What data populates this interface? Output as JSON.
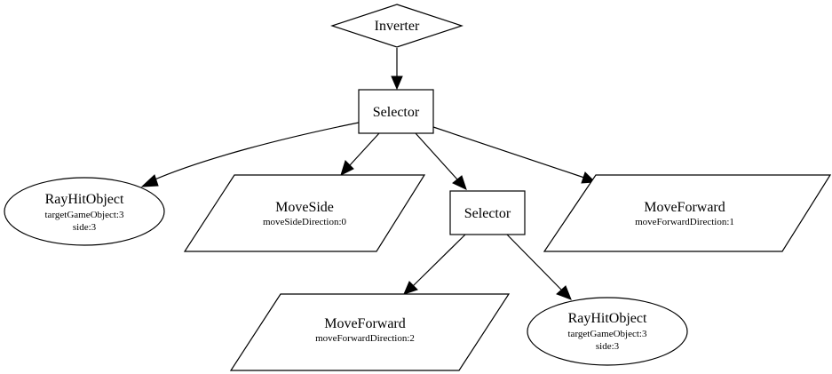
{
  "nodes": {
    "inverter": {
      "title": "Inverter"
    },
    "selector_top": {
      "title": "Selector"
    },
    "rayhit_left": {
      "title": "RayHitObject",
      "line1": "targetGameObject:3",
      "line2": "side:3"
    },
    "moveside": {
      "title": "MoveSide",
      "line1": "moveSideDirection:0"
    },
    "selector_mid": {
      "title": "Selector"
    },
    "moveforward_right": {
      "title": "MoveForward",
      "line1": "moveForwardDirection:1"
    },
    "moveforward_bottom": {
      "title": "MoveForward",
      "line1": "moveForwardDirection:2"
    },
    "rayhit_bottom": {
      "title": "RayHitObject",
      "line1": "targetGameObject:3",
      "line2": "side:3"
    }
  }
}
